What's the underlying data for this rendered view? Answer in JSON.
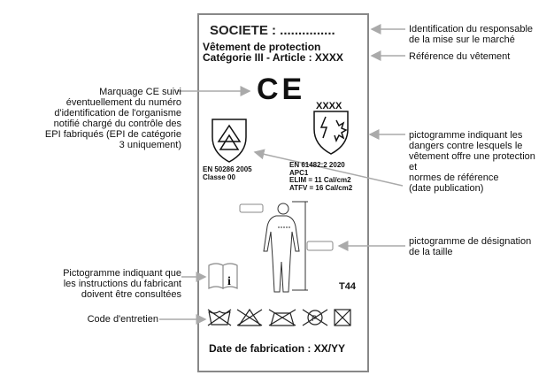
{
  "label": {
    "societe": "SOCIETE : ...............",
    "title1": "Vêtement de protection",
    "title2": "Catégorie III - Article : XXXX",
    "ce_mark": "CE",
    "notified_body": "XXXX",
    "std1_line1": "EN 50286 2005",
    "std1_line2": "Classe 00",
    "std2_line1": "EN 61482:2 2020",
    "std2_line2": "APC1",
    "std2_line3": "ELIM = 11 Cal/cm2",
    "std2_line4": "ATFV = 16 Cal/cm2",
    "size": "T44",
    "date": "Date de fabrication : XX/YY"
  },
  "annotations": {
    "responsable": [
      "Identification du responsable",
      "de la mise sur le marché"
    ],
    "reference": "Référence du vêtement",
    "ce": [
      "Marquage CE suivi",
      "éventuellement du numéro",
      "d'identification de l'organisme",
      "notifié chargé du contrôle des",
      "EPI fabriqués (EPI de catégorie",
      "3 uniquement)"
    ],
    "dangers": [
      "pictogramme indiquant les",
      "dangers contre lesquels le",
      "vêtement offre une protection",
      "et",
      "normes de référence",
      "(date publication)"
    ],
    "taille": [
      "pictogramme de désignation",
      "de la taille"
    ],
    "instructions": [
      "Pictogramme indiquant que",
      "les instructions du fabricant",
      "doivent être consultées"
    ],
    "entretien": "Code d'entretien"
  }
}
